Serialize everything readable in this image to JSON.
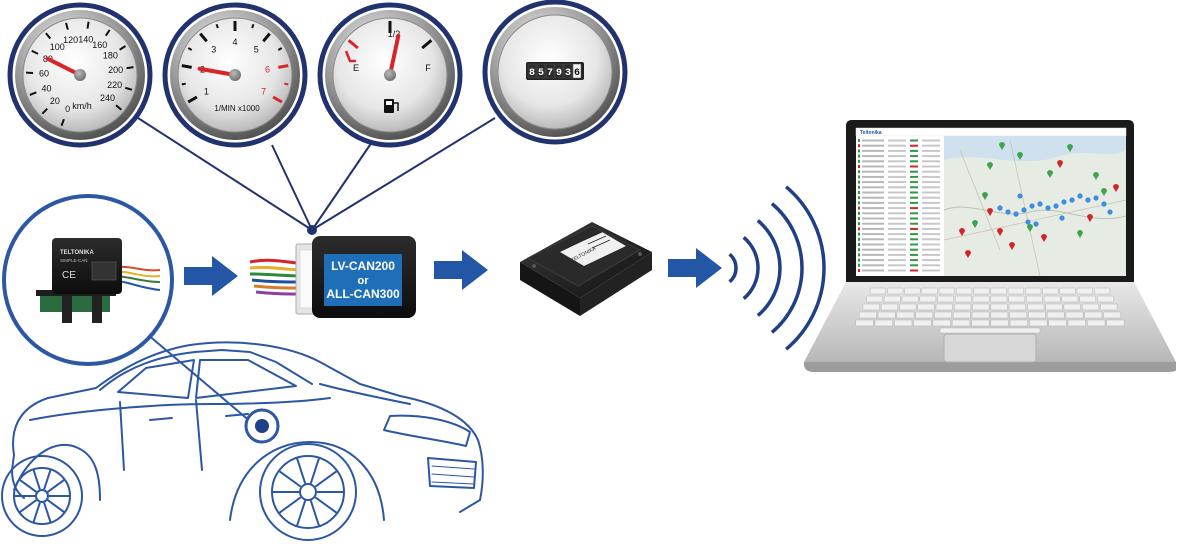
{
  "colors": {
    "gauge_bezel": "#21326e",
    "needle": "#d8252a",
    "arrow": "#2456a6",
    "car_line": "#2c57a3",
    "can_box_label_bg": "#1f6fb8",
    "device_body": "#1c1c1e"
  },
  "gauges": {
    "speedometer": {
      "ticks": [
        "0",
        "20",
        "40",
        "60",
        "80",
        "100",
        "120",
        "140",
        "160",
        "180",
        "200",
        "220",
        "240"
      ],
      "unit": "km/h",
      "value": 80
    },
    "tachometer": {
      "ticks": [
        "1",
        "2",
        "3",
        "4",
        "5",
        "6",
        "7"
      ],
      "red_ticks": [
        "6",
        "7"
      ],
      "unit": "1/MIN x1000",
      "value": 2
    },
    "fuel": {
      "empty_label": "E",
      "half_label": "1/2",
      "full_label": "F",
      "icon": "fuel-pump-icon",
      "value": 0.5
    },
    "odometer": {
      "digits": [
        "8",
        "5",
        "7",
        "9",
        "3",
        "6"
      ]
    }
  },
  "can_adapter": {
    "line1": "LV-CAN200",
    "line2": "or",
    "line3": "ALL-CAN300"
  },
  "sensor_module": {
    "brand": "TELTONIKA",
    "model": "SIMPLE-CAN",
    "mark": "CE"
  },
  "tracker": {
    "brand": "TELTONIKA",
    "icon": "gps-tracker-icon"
  },
  "laptop": {
    "app_brand": "Teltonika",
    "icon": "laptop-icon"
  },
  "arrows": [
    "arrow-1",
    "arrow-2",
    "arrow-3"
  ],
  "wireless_signal": {
    "icon": "wireless-signal-icon",
    "arcs": 5
  }
}
